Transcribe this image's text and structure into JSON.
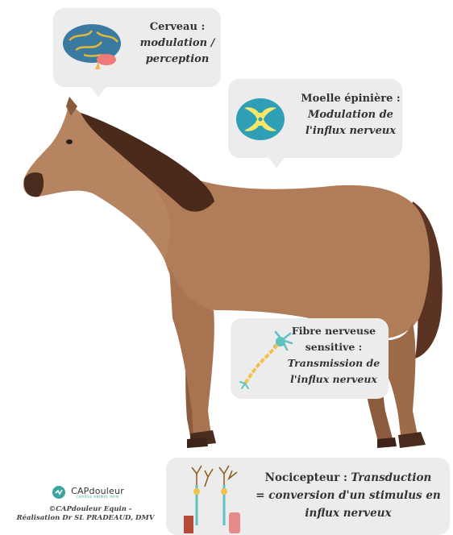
{
  "callouts": {
    "brain": {
      "title": "Cerveau :",
      "lines": [
        "modulation /",
        "perception"
      ]
    },
    "spinal_cord": {
      "title": "Moelle épinière :",
      "lines": [
        "Modulation de",
        "l'influx nerveux"
      ]
    },
    "nerve_fiber": {
      "title_lines": [
        "Fibre nerveuse",
        "sensitive :"
      ],
      "lines": [
        "Transmission de",
        "l'influx nerveux"
      ]
    },
    "nociceptor": {
      "title": "Nocicepteur :",
      "title_rest": "Transduction",
      "lines": [
        "= conversion d'un stimulus en",
        "influx nerveux"
      ]
    }
  },
  "footer": {
    "logo_text": "CAPdouleur",
    "logo_tagline": "CHARGE ANIMAL PAIN",
    "credit_line1": "©CAPdouleur Equin -",
    "credit_line2": "Réalisation Dr SL PRADEAUD, DMV"
  },
  "colors": {
    "horse_body": "#b07d58",
    "horse_dark": "#5a3522",
    "mane": "#4a2a1a",
    "bubble": "#ececec",
    "brain": "#3a7aa0",
    "spinal_gray": "#f7e86a",
    "nerve": "#5fc1c2",
    "logo_teal": "#3aa6a2"
  },
  "icons": [
    "brain-icon",
    "spinal-cord-icon",
    "neuron-icon",
    "nociceptor-icon",
    "capdouleur-logo-icon"
  ]
}
